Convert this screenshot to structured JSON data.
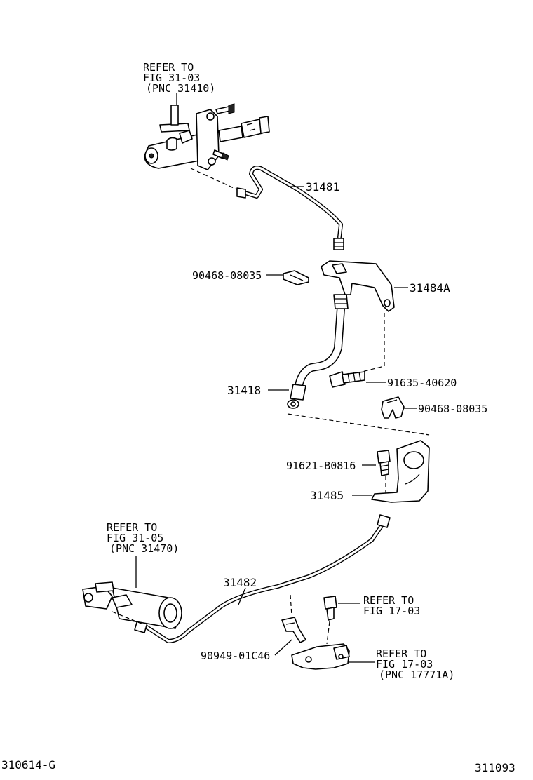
{
  "refs": {
    "master_cylinder": [
      "REFER TO",
      "FIG 31-03",
      "(PNC 31410)"
    ],
    "release_cylinder": [
      "REFER TO",
      "FIG 31-05",
      "(PNC 31470)"
    ],
    "bolt_ref": [
      "REFER TO",
      "FIG 17-03"
    ],
    "bracket_ref": [
      "REFER TO",
      "FIG 17-03",
      "(PNC 17771A)"
    ]
  },
  "parts": {
    "p31481": "31481",
    "p90468_top": "90468-08035",
    "p31484a": "31484A",
    "p31418": "31418",
    "p91635": "91635-40620",
    "p90468_mid": "90468-08035",
    "p91621": "91621-B0816",
    "p31485": "31485",
    "p31482": "31482",
    "p90949": "90949-01C46"
  },
  "footer": {
    "left_code": "310614-G",
    "right_code": "311093"
  }
}
